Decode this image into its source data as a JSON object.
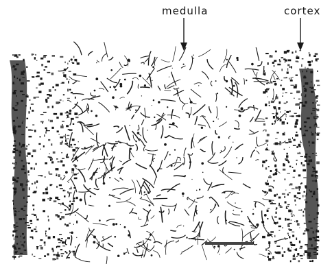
{
  "labels": {
    "medulla": "medulla",
    "cortex": "cortex"
  },
  "colors": {
    "background": "#ffffff",
    "ink": "#1a1a1a",
    "cortex_dark": "#555555",
    "scale_bar": "#444444"
  },
  "figure": {
    "icons": [
      "arrow-down-icon",
      "scale-bar"
    ]
  }
}
